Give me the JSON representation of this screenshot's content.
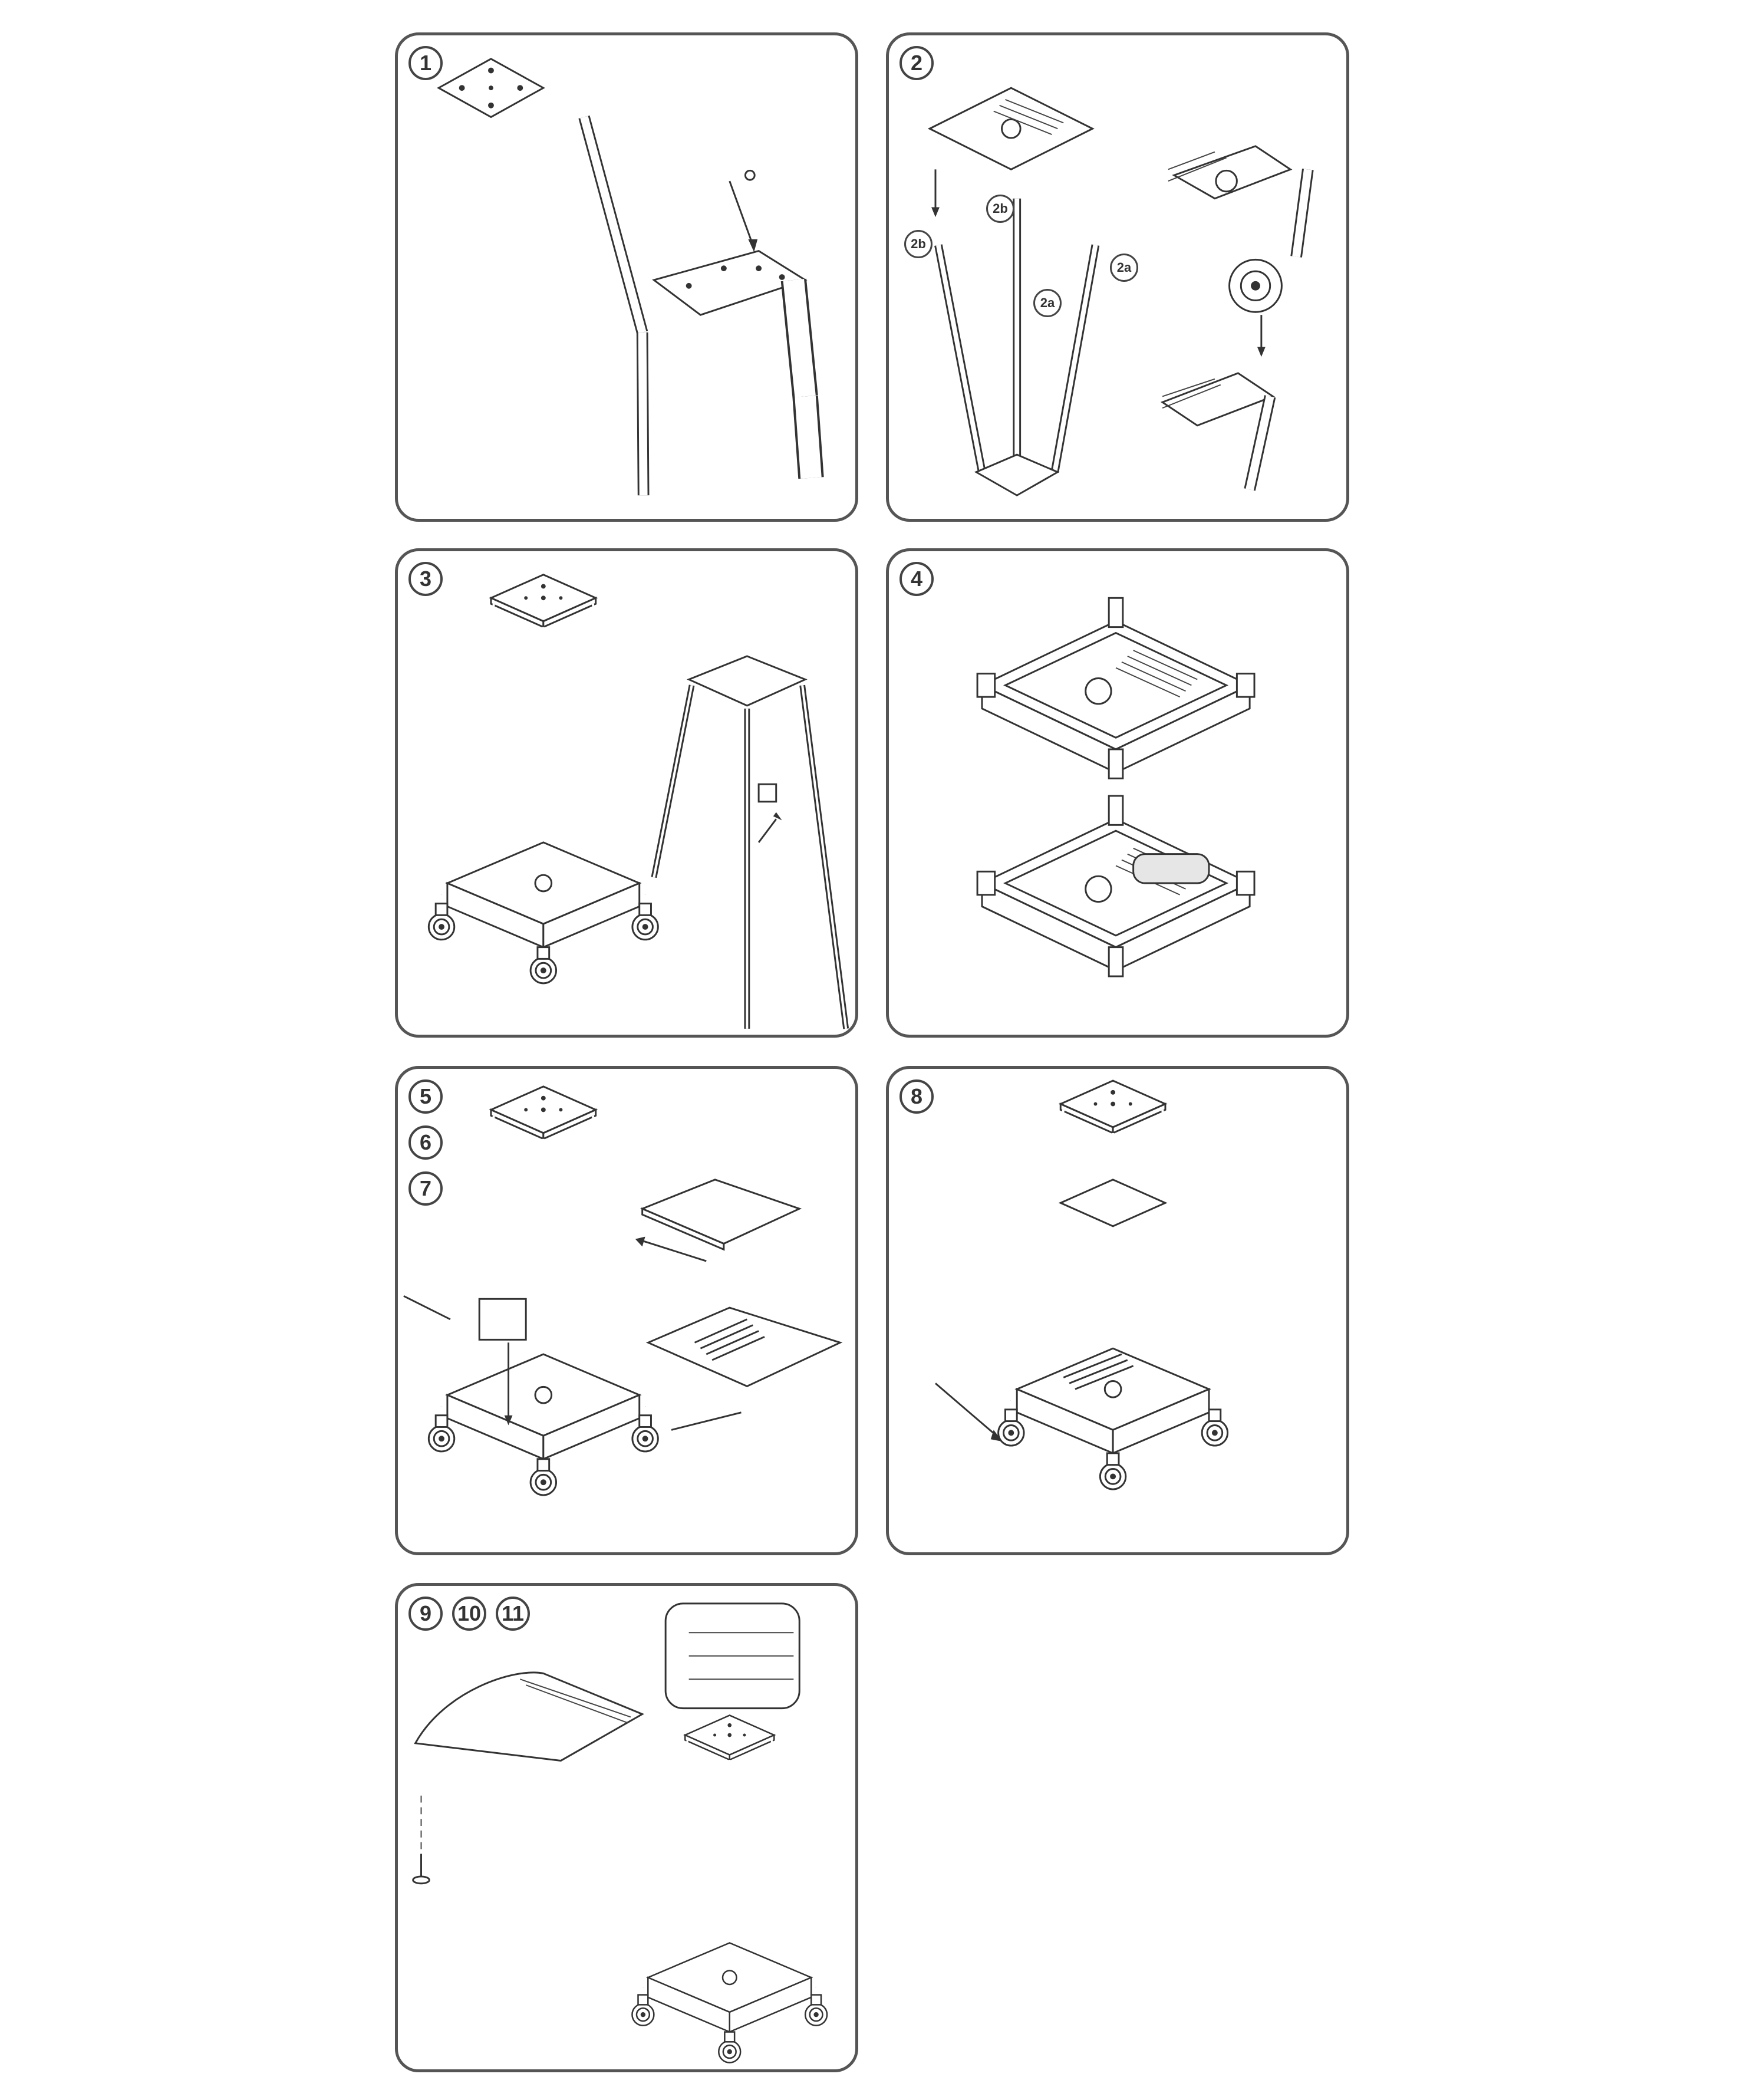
{
  "steps": [
    {
      "id": "p1",
      "badges": [
        "1"
      ]
    },
    {
      "id": "p2",
      "badges": [
        "2"
      ],
      "sublabels": [
        "2b",
        "2b",
        "2a",
        "2a"
      ]
    },
    {
      "id": "p3",
      "badges": [
        "3"
      ]
    },
    {
      "id": "p4",
      "badges": [
        "4"
      ]
    },
    {
      "id": "p5",
      "badges": [
        "5",
        "6",
        "7"
      ]
    },
    {
      "id": "p8",
      "badges": [
        "8"
      ]
    },
    {
      "id": "p9",
      "badges": [
        "9",
        "10",
        "11"
      ]
    }
  ],
  "colors": {
    "line": "#333333",
    "border": "#555555",
    "background": "#ffffff"
  }
}
